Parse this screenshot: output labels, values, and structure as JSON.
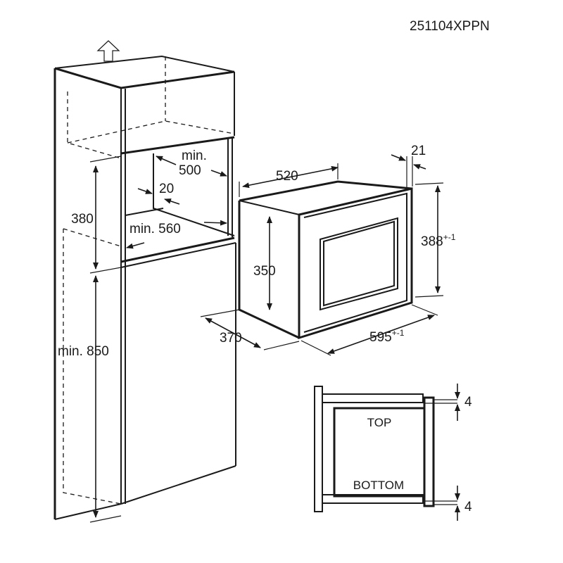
{
  "diagram": {
    "code": "251104XPPN",
    "cabinet": {
      "niche_depth": "min.",
      "niche_depth_value": "500",
      "gap": "20",
      "niche_height": "380",
      "niche_width": "min. 560",
      "base_height": "min. 850"
    },
    "appliance": {
      "depth": "520",
      "frame": "21",
      "height": "350",
      "front_height": "388",
      "front_height_tol": "+-1",
      "side_depth": "370",
      "front_width": "595",
      "front_width_tol": "+-1"
    },
    "detail": {
      "top_label": "TOP",
      "bottom_label": "BOTTOM",
      "top_gap": "4",
      "bottom_gap": "4"
    }
  }
}
